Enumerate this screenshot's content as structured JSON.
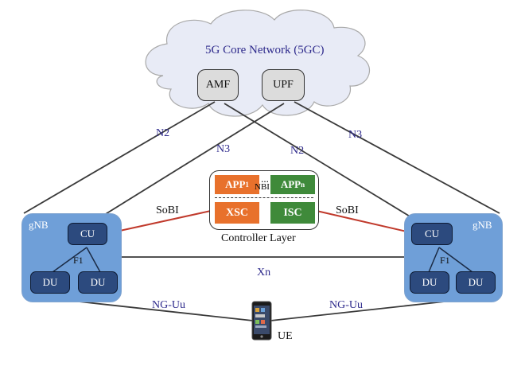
{
  "core": {
    "title": "5G Core Network (5GC)",
    "amf": "AMF",
    "upf": "UPF"
  },
  "interfaces": {
    "n2_left": "N2",
    "n3_left": "N3",
    "n2_right": "N2",
    "n3_right": "N3",
    "sobi_left": "SoBI",
    "sobi_right": "SoBI",
    "xn": "Xn",
    "f1_left": "F1",
    "f1_right": "F1",
    "nguu_left": "NG-Uu",
    "nguu_right": "NG-Uu"
  },
  "controller": {
    "label": "Controller Layer",
    "app1": "APP",
    "app1_sub": "1",
    "appn": "APP",
    "appn_sub": "n",
    "dots": "...",
    "nbi": "NBI",
    "xsc": "XSC",
    "isc": "ISC"
  },
  "gnb_left": {
    "label": "gNB",
    "cu": "CU",
    "du1": "DU",
    "du2": "DU"
  },
  "gnb_right": {
    "label": "gNB",
    "cu": "CU",
    "du1": "DU",
    "du2": "DU"
  },
  "ue": {
    "label": "UE"
  },
  "colors": {
    "cloud": "#e8ebf6",
    "gnb": "#6f9fd8",
    "unit": "#2c4a7e",
    "orange": "#e8712c",
    "green": "#3f8a3a",
    "red_link": "#c0392b",
    "label_blue": "#2e2a8c"
  }
}
